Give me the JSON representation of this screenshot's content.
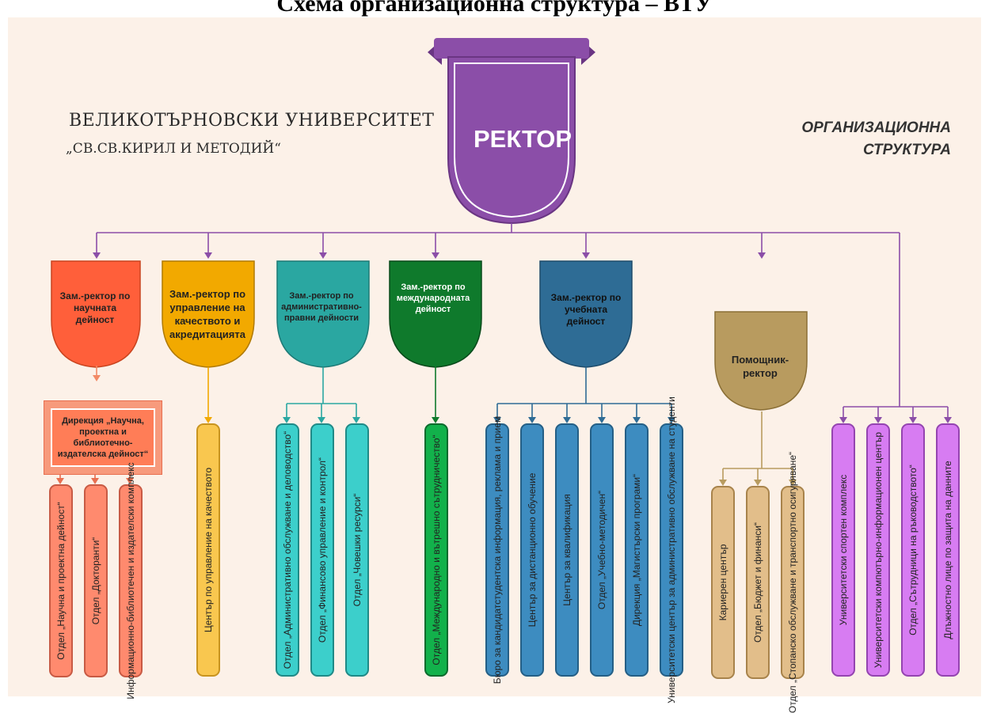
{
  "page_title": "Схема организационна структура – ВТУ",
  "university": {
    "line1": "ВЕЛИКОТЪРНОВСКИ УНИВЕРСИТЕТ",
    "line2": "„СВ.СВ.КИРИЛ И МЕТОДИЙ“"
  },
  "org_title": {
    "line1": "ОРГАНИЗАЦИОННА",
    "line2": "СТРУКТУРА"
  },
  "rector": "РЕКТОР",
  "colors": {
    "rector": "#8b4ea8",
    "science": "#ff5f3a",
    "quality": "#f2a900",
    "admin": "#2aa7a1",
    "intl": "#0f7a2c",
    "edu": "#2e6c95",
    "assistant": "#b89b5f",
    "direct": "#c66ee8",
    "connector": "#8b4ea8"
  },
  "units": [
    {
      "id": "science",
      "title": "Зам.-ректор по научната дейност",
      "directorate": "Дирекция „Научна, проектна и библиотечно-издателска дейност“",
      "departments": [
        "Отдел „Научна и проектна дейност“",
        "Отдел „Докторанти“",
        "Информационно-библиотечен и издателски комплекс"
      ]
    },
    {
      "id": "quality",
      "title": "Зам.-ректор по управление на качеството и акредитацията",
      "departments": [
        "Център по управление на качеството"
      ]
    },
    {
      "id": "admin",
      "title": "Зам.-ректор по административно-правни дейности",
      "departments": [
        "Отдел „Административно обслужване и деловодство“",
        "Отдел „Финансово управление и контрол“",
        "Отдел „Човешки ресурси“"
      ]
    },
    {
      "id": "intl",
      "title": "Зам.-ректор по международната дейност",
      "departments": [
        "Отдел „Международно и вътрешно сътрудничество“"
      ]
    },
    {
      "id": "edu",
      "title": "Зам.-ректор по учебната дейност",
      "departments": [
        "Бюро за кандидатстудентска информация, реклама и прием",
        "Център за дистанционно обучение",
        "Център за квалификация",
        "Отдел „Учебно-методичен“",
        "Дирекция „Магистърски програми“",
        "Университетски център за административно обслужване на студенти"
      ]
    },
    {
      "id": "assistant",
      "title": "Помощник-ректор",
      "departments": [
        "Кариерен център",
        "Отдел „Бюджет и финанси“",
        "Отдел „Стопанско обслужване и транспортно осигуряване“"
      ]
    },
    {
      "id": "direct",
      "title": "",
      "departments": [
        "Университетски спортен комплекс",
        "Университетски компютърно-информационен център",
        "Отдел „Сътрудници на ръководството“",
        "Длъжностно лице по защита на данните"
      ]
    }
  ]
}
